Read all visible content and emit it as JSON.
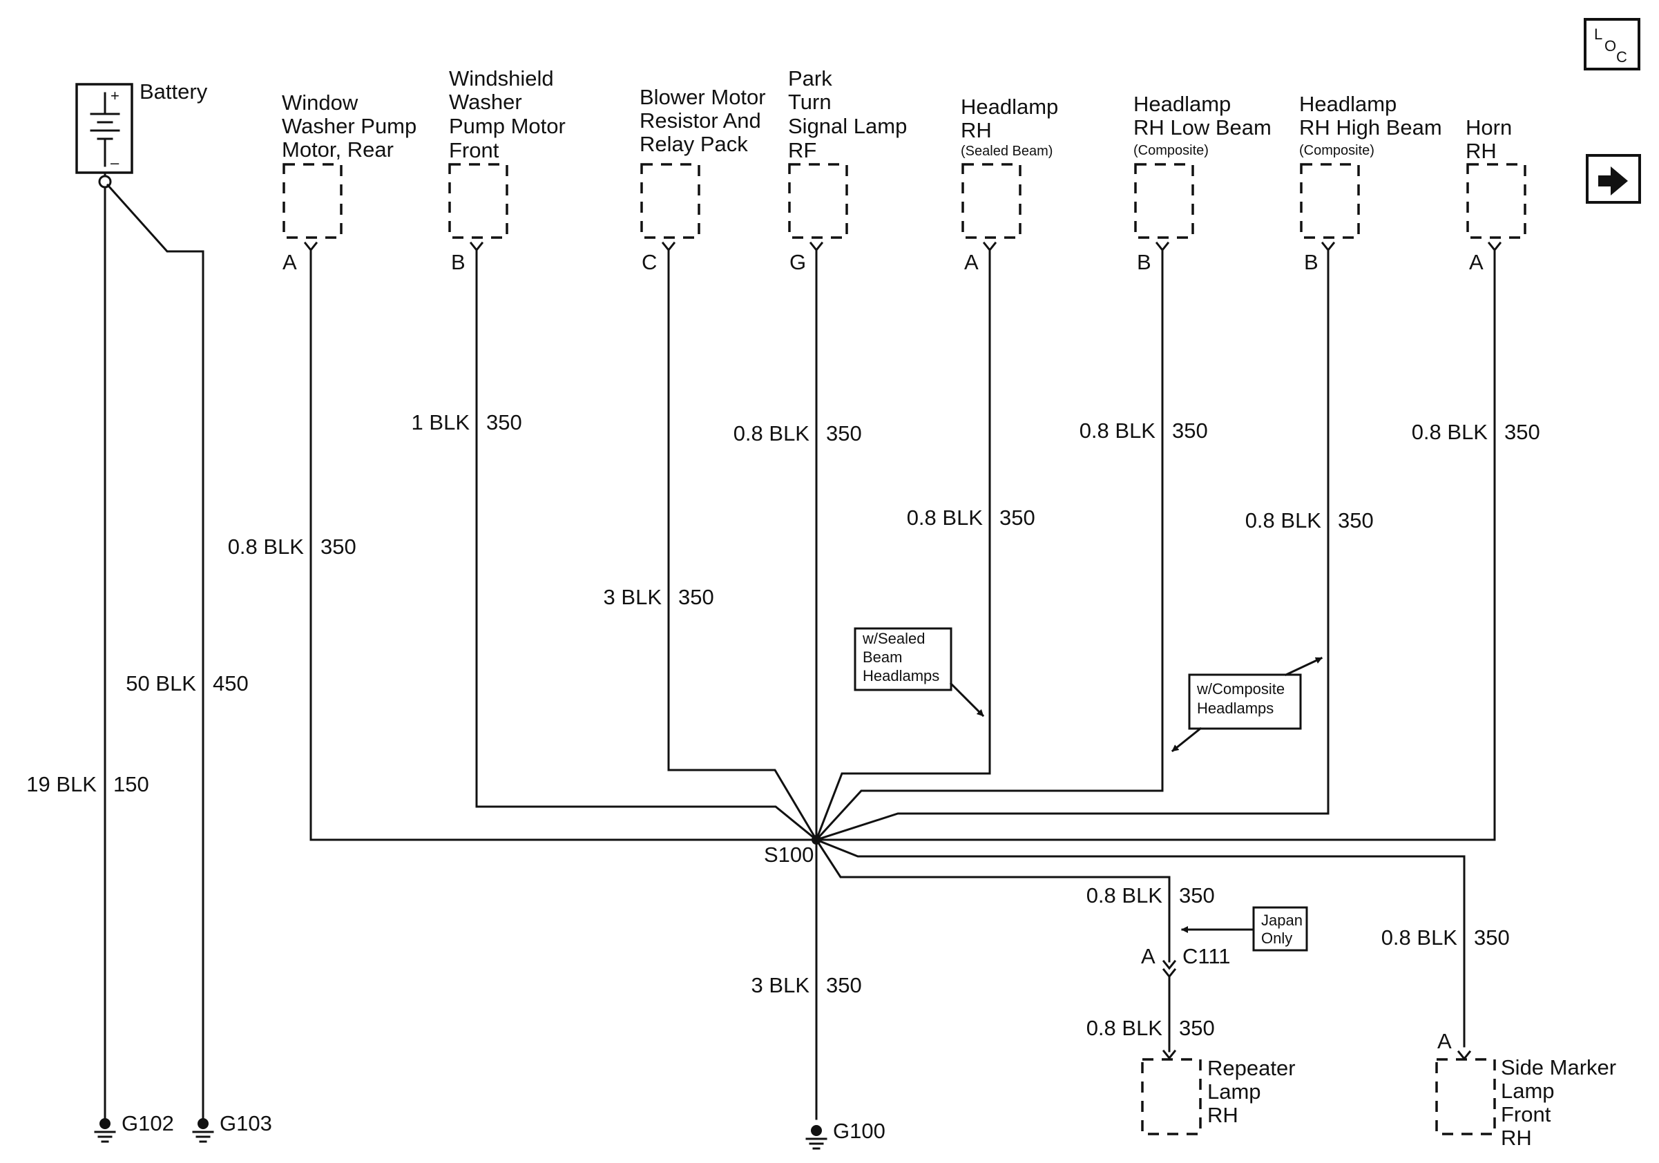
{
  "battery": {
    "label": "Battery",
    "plus": "+",
    "minus": "–"
  },
  "loc_icon": {
    "l": "L",
    "o": "O",
    "c": "C"
  },
  "next_icon": "right-arrow",
  "components": [
    {
      "line1": "Window",
      "line2": "Washer Pump",
      "line3": "Motor, Rear",
      "pin": "A"
    },
    {
      "line1": "Windshield",
      "line2": "Washer",
      "line3": "Pump Motor",
      "line4": "Front",
      "pin": "B"
    },
    {
      "line1": "Blower Motor",
      "line2": "Resistor And",
      "line3": "Relay Pack",
      "pin": "C"
    },
    {
      "line1": "Park",
      "line2": "Turn",
      "line3": "Signal Lamp",
      "line4": "RF",
      "pin": "G"
    },
    {
      "line1": "Headlamp",
      "line2": "RH",
      "note": "(Sealed Beam)",
      "pin": "A"
    },
    {
      "line1": "Headlamp",
      "line2": "RH Low Beam",
      "note": "(Composite)",
      "pin": "B"
    },
    {
      "line1": "Headlamp",
      "line2": "RH High Beam",
      "note": "(Composite)",
      "pin": "B"
    },
    {
      "line1": "Horn",
      "line2": "RH",
      "pin": "A"
    }
  ],
  "wires": {
    "battery_g102": {
      "gauge": "19 BLK",
      "circuit": "150"
    },
    "battery_g103": {
      "gauge": "50 BLK",
      "circuit": "450"
    },
    "window_washer": {
      "gauge": "0.8 BLK",
      "circuit": "350"
    },
    "windshield_washer": {
      "gauge": "1 BLK",
      "circuit": "350"
    },
    "blower": {
      "gauge": "3 BLK",
      "circuit": "350"
    },
    "park_turn": {
      "gauge": "0.8 BLK",
      "circuit": "350"
    },
    "headlamp_sealed": {
      "gauge": "0.8 BLK",
      "circuit": "350"
    },
    "headlamp_low": {
      "gauge": "0.8 BLK",
      "circuit": "350"
    },
    "headlamp_high": {
      "gauge": "0.8 BLK",
      "circuit": "350"
    },
    "horn": {
      "gauge": "0.8 BLK",
      "circuit": "350"
    },
    "s100_g100": {
      "gauge": "3 BLK",
      "circuit": "350"
    },
    "to_c111": {
      "gauge": "0.8 BLK",
      "circuit": "350"
    },
    "c111_repeater": {
      "gauge": "0.8 BLK",
      "circuit": "350"
    },
    "side_marker": {
      "gauge": "0.8 BLK",
      "circuit": "350"
    }
  },
  "splice": "S100",
  "grounds": {
    "g102": "G102",
    "g103": "G103",
    "g100": "G100"
  },
  "connector": {
    "name": "C111",
    "pin": "A"
  },
  "notes": {
    "sealed": {
      "line1": "w/Sealed",
      "line2": "Beam",
      "line3": "Headlamps"
    },
    "composite": {
      "line1": "w/Composite",
      "line2": "Headlamps"
    },
    "japan": {
      "line1": "Japan",
      "line2": "Only"
    }
  },
  "lower_components": {
    "repeater": {
      "line1": "Repeater",
      "line2": "Lamp",
      "line3": "RH"
    },
    "side_marker": {
      "line1": "Side Marker",
      "line2": "Lamp",
      "line3": "Front",
      "line4": "RH",
      "pin": "A"
    }
  }
}
